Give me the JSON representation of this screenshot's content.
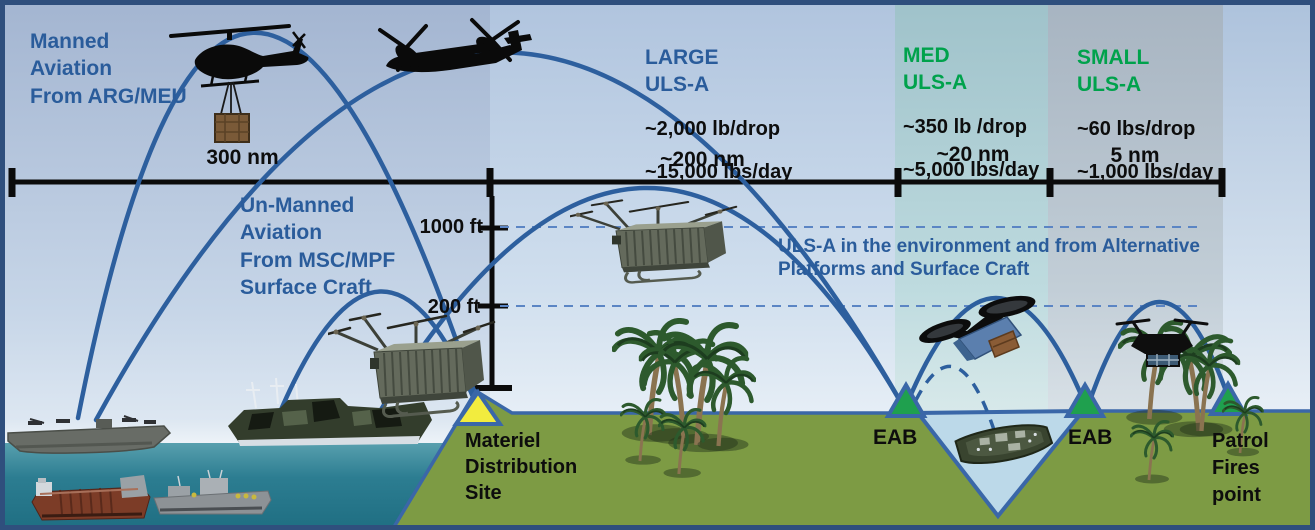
{
  "palette": {
    "border": "#2f4f7d",
    "arc_blue": "#2d5f9e",
    "land_green": "#7d9b44",
    "water_teal": "#2c7d91",
    "inlet_blue": "#bcd9e9",
    "marker_yellow": "#f2ec3e",
    "marker_green": "#1fa04e",
    "heading_blue": "#2a5c9b",
    "heading_green": "#00a24c",
    "text_black": "#0d0d0d"
  },
  "zones": [
    {
      "id": "manned-aviation",
      "title": "Manned\nAviation\nFrom ARG/MEU",
      "distance": "300 nm"
    },
    {
      "id": "large-uls-a",
      "title": "LARGE\nULS-A",
      "drop": "~2,000 lb/drop",
      "per_day": "~15,000 lbs/day",
      "distance": "~200 nm"
    },
    {
      "id": "med-uls-a",
      "title": "MED\nULS-A",
      "drop": "~350 lb /drop",
      "per_day": "~5,000 lbs/day",
      "distance": "~20 nm"
    },
    {
      "id": "small-uls-a",
      "title": "SMALL\nULS-A",
      "drop": "~60 lbs/drop",
      "per_day": "~1,000 lbs/day",
      "distance": "5 nm"
    }
  ],
  "annotations": {
    "unmanned_aviation": "Un-Manned\nAviation\nFrom MSC/MPF\nSurface Craft",
    "uls_environment": "ULS-A in the environment and from Alternative\nPlatforms and Surface Craft",
    "altitude_high": "1000 ft",
    "altitude_low": "200 ft"
  },
  "sites": {
    "materiel": "Materiel\nDistribution\nSite",
    "eab_1": "EAB",
    "eab_2": "EAB",
    "patrol": "Patrol\nFires\npoint"
  }
}
